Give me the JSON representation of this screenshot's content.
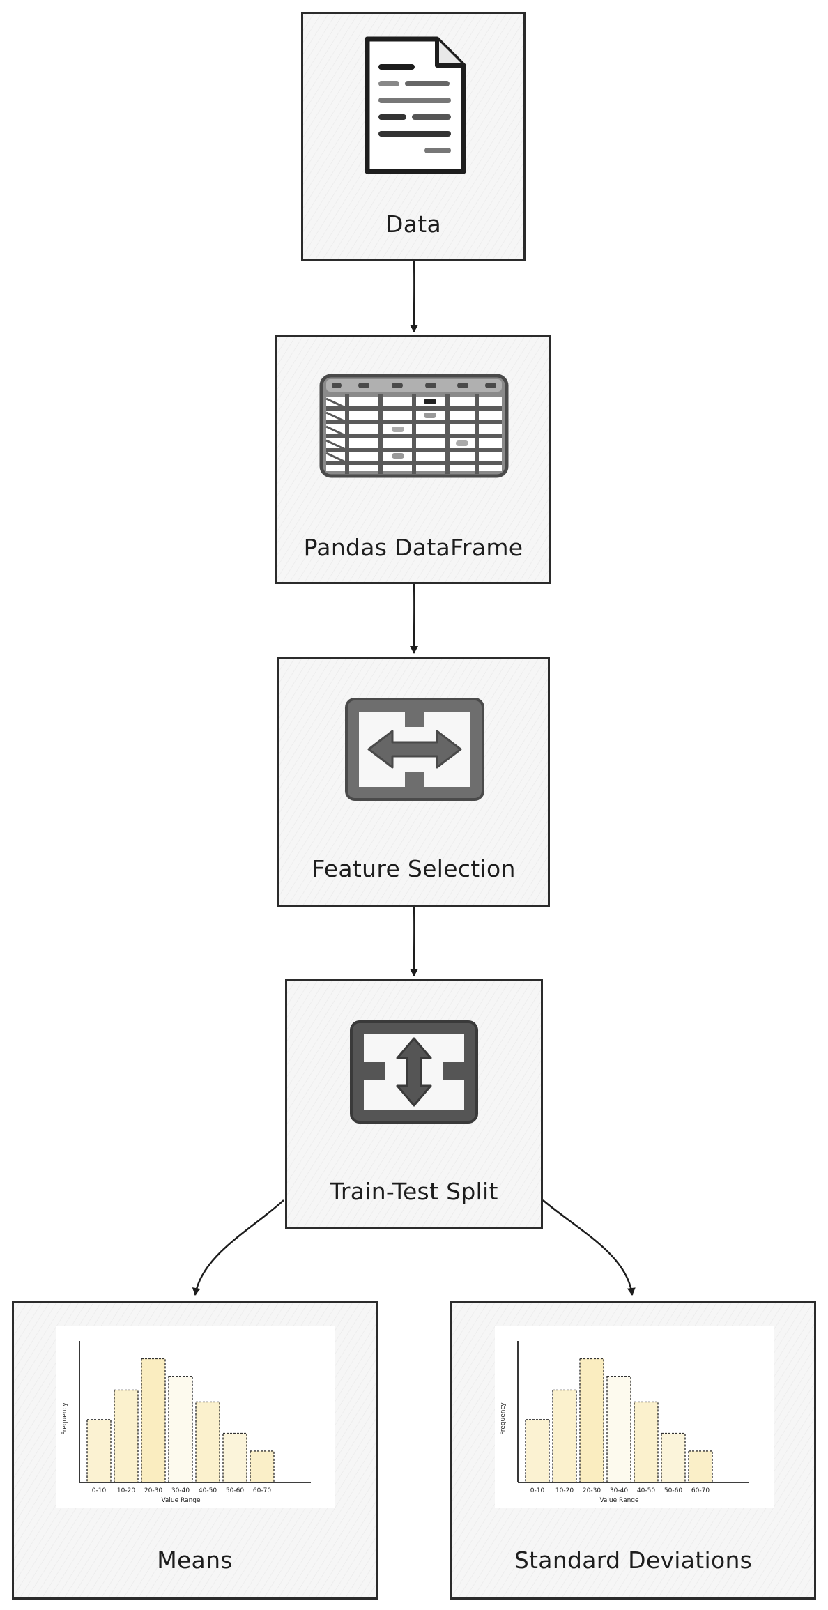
{
  "diagram": {
    "nodes": [
      {
        "id": "data",
        "label": "Data",
        "icon": "document-icon"
      },
      {
        "id": "pandas-dataframe",
        "label": "Pandas DataFrame",
        "icon": "table-grid-icon"
      },
      {
        "id": "feature-selection",
        "label": "Feature Selection",
        "icon": "horizontal-split-arrows-icon"
      },
      {
        "id": "train-test-split",
        "label": "Train-Test Split",
        "icon": "vertical-split-arrows-icon"
      },
      {
        "id": "means",
        "label": "Means",
        "icon": "histogram-icon"
      },
      {
        "id": "standard-deviations",
        "label": "Standard Deviations",
        "icon": "histogram-icon"
      }
    ],
    "edges": [
      {
        "from": "data",
        "to": "pandas-dataframe"
      },
      {
        "from": "pandas-dataframe",
        "to": "feature-selection"
      },
      {
        "from": "feature-selection",
        "to": "train-test-split"
      },
      {
        "from": "train-test-split",
        "to": "means"
      },
      {
        "from": "train-test-split",
        "to": "standard-deviations"
      }
    ]
  },
  "histogram": {
    "categories": [
      "0-10",
      "10-20",
      "20-30",
      "30-40",
      "40-50",
      "50-60",
      "60-70"
    ],
    "values": [
      3.2,
      4.7,
      6.3,
      5.4,
      4.1,
      2.5,
      1.6
    ],
    "ylabel": "Frequency",
    "xlabel": "Value Range",
    "colors": [
      "#fbf2d2",
      "#fbf1cd",
      "#faedc0",
      "#fdfaee",
      "#fbf1cd",
      "#fbf4da",
      "#faefc8"
    ]
  },
  "style": {
    "stroke": "#2b2b2b",
    "box_fill": "#f6f6f6"
  }
}
